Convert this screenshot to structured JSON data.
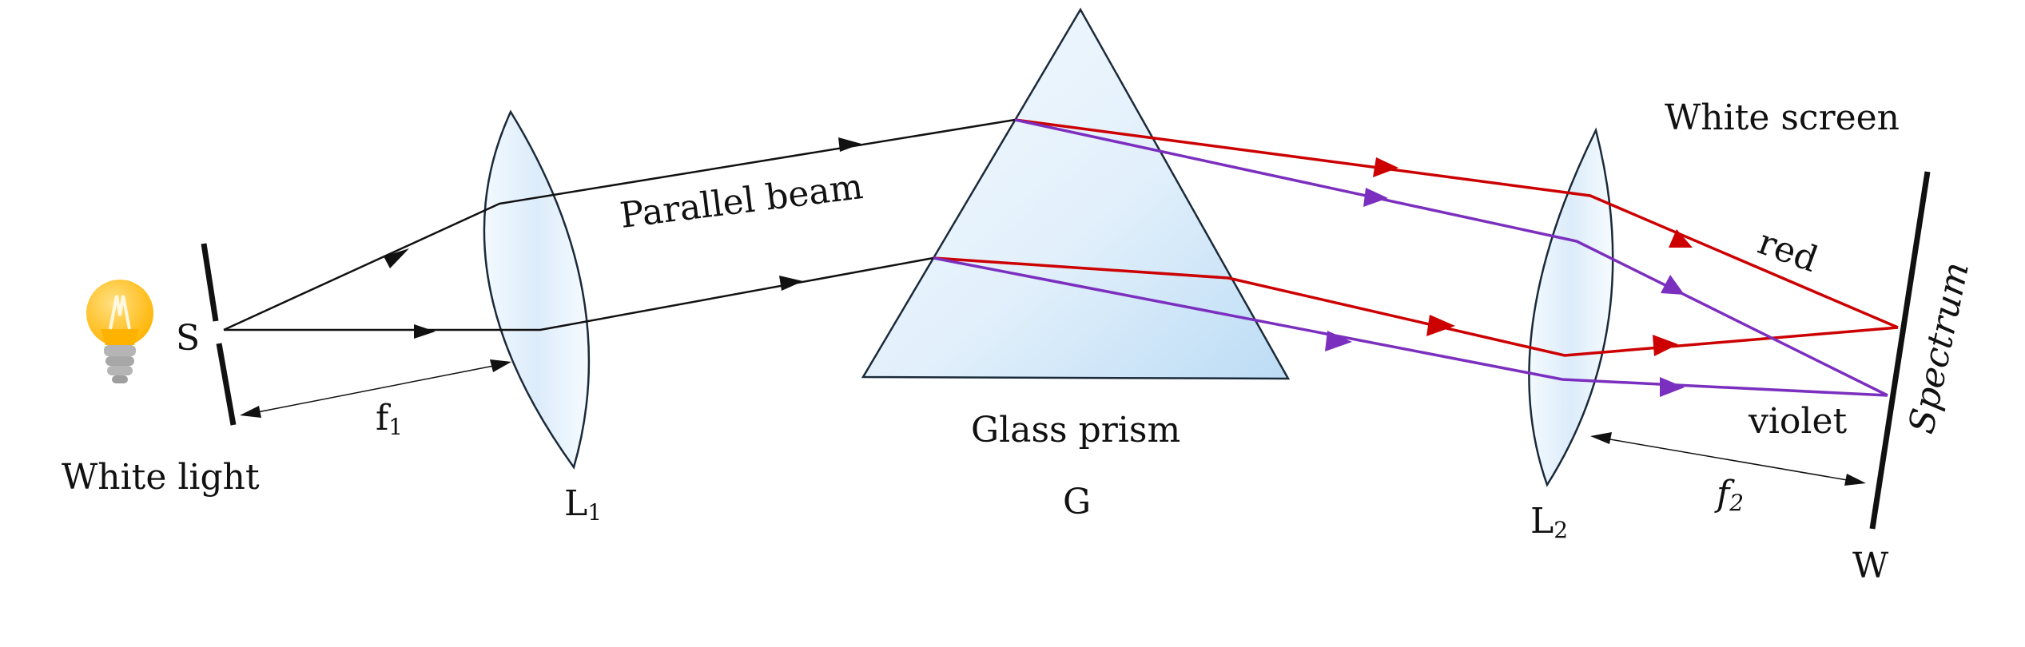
{
  "labels": {
    "white_light": "White light",
    "slit": "S",
    "lens1": "L",
    "lens1_sub": "1",
    "focal1": "f",
    "focal1_sub": "1",
    "parallel_beam": "Parallel beam",
    "prism": "Glass prism",
    "prism_letter": "G",
    "lens2": "L",
    "lens2_sub": "2",
    "focal2": "f",
    "focal2_sub": "2",
    "white_screen": "White screen",
    "red": "red",
    "violet": "violet",
    "spectrum": "Spectrum",
    "screen_letter": "W"
  },
  "colors": {
    "red_ray": "#cc0000",
    "violet_ray": "#7b2fbf",
    "black_ray": "#111111",
    "glass_light": "#eef6fd",
    "glass_dark": "#c3e0f7",
    "bulb": "#ffc107",
    "bulb_base": "#b0b0b0"
  },
  "icons": {
    "light_source": "light-bulb-icon"
  }
}
